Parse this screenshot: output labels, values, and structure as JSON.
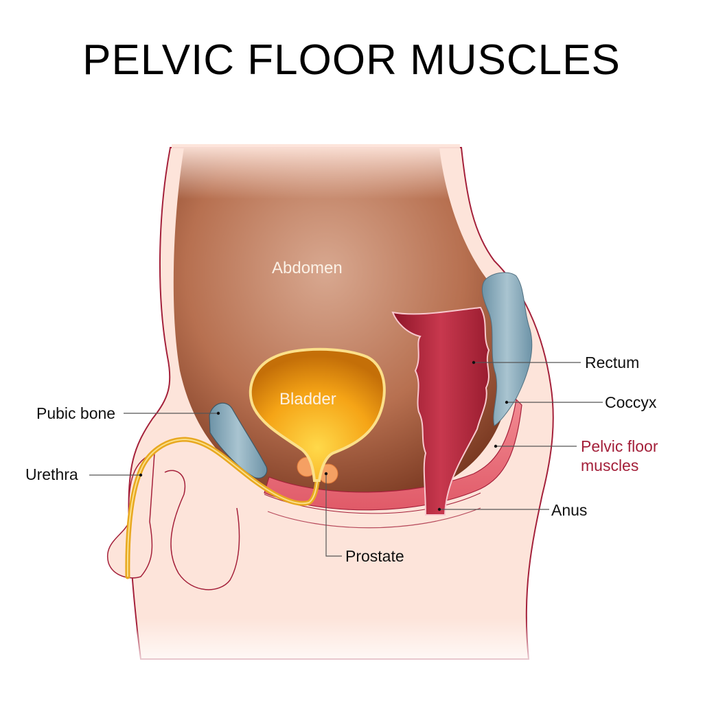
{
  "title": "PELVIC FLOOR MUSCLES",
  "labels": {
    "abdomen": "Abdomen",
    "bladder": "Bladder",
    "rectum": "Rectum",
    "coccyx": "Coccyx",
    "pelvic_floor_line1": "Pelvic floor",
    "pelvic_floor_line2": "muscles",
    "anus": "Anus",
    "pubic_bone": "Pubic bone",
    "urethra": "Urethra",
    "prostate": "Prostate"
  },
  "colors": {
    "skin": "#fde4da",
    "outline": "#a4203a",
    "abdomen_dark": "#7a3a22",
    "bladder": "#f5a416",
    "bone": "#7fa3b5",
    "rectum": "#b3243c",
    "muscle": "#ec7880",
    "accent_label": "#a4203a"
  }
}
